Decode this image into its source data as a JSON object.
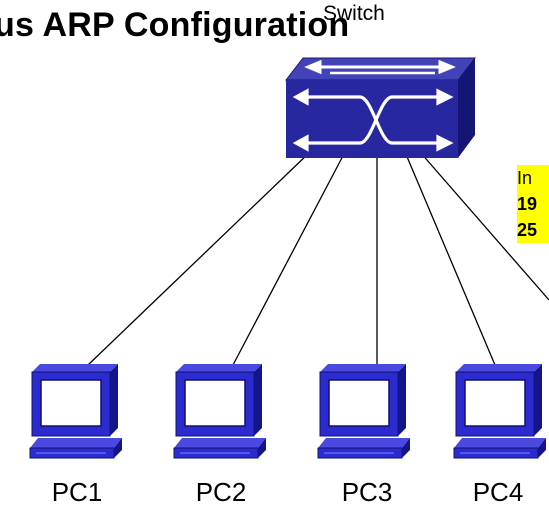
{
  "diagram": {
    "title": "us ARP Configuration",
    "switch_label": "Switch",
    "note_lines": [
      "In",
      "19",
      "25"
    ],
    "pcs": [
      {
        "label": "PC1"
      },
      {
        "label": "PC2"
      },
      {
        "label": "PC3"
      },
      {
        "label": "PC4"
      }
    ],
    "colors": {
      "switch_top": "#3b3bb0",
      "switch_front": "#1a1a8c",
      "switch_side": "#0d0d66",
      "monitor": "#2b2bd0",
      "screen": "#ffffff",
      "note_bg": "#ffff00"
    }
  }
}
